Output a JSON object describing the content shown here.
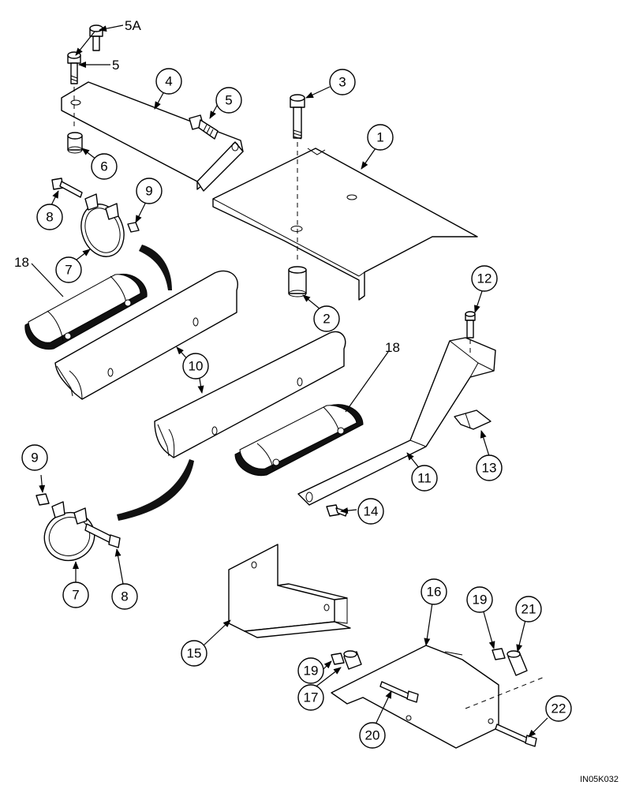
{
  "figure_id": "IN05K032",
  "callouts": [
    {
      "id": "c1",
      "text": "1"
    },
    {
      "id": "c2",
      "text": "2"
    },
    {
      "id": "c3",
      "text": "3"
    },
    {
      "id": "c4",
      "text": "4"
    },
    {
      "id": "c5",
      "text": "5"
    },
    {
      "id": "c6",
      "text": "6"
    },
    {
      "id": "c7a",
      "text": "7"
    },
    {
      "id": "c7b",
      "text": "7"
    },
    {
      "id": "c8a",
      "text": "8"
    },
    {
      "id": "c8b",
      "text": "8"
    },
    {
      "id": "c9a",
      "text": "9"
    },
    {
      "id": "c9b",
      "text": "9"
    },
    {
      "id": "c10",
      "text": "10"
    },
    {
      "id": "c11",
      "text": "11"
    },
    {
      "id": "c12",
      "text": "12"
    },
    {
      "id": "c13",
      "text": "13"
    },
    {
      "id": "c14",
      "text": "14"
    },
    {
      "id": "c15",
      "text": "15"
    },
    {
      "id": "c16",
      "text": "16"
    },
    {
      "id": "c17",
      "text": "17"
    },
    {
      "id": "c19a",
      "text": "19"
    },
    {
      "id": "c19b",
      "text": "19"
    },
    {
      "id": "c20",
      "text": "20"
    },
    {
      "id": "c21",
      "text": "21"
    },
    {
      "id": "c22",
      "text": "22"
    }
  ],
  "labels": [
    {
      "id": "l5a",
      "text": "5A"
    },
    {
      "id": "l5",
      "text": "5"
    },
    {
      "id": "l18a",
      "text": "18"
    },
    {
      "id": "l18b",
      "text": "18"
    }
  ]
}
